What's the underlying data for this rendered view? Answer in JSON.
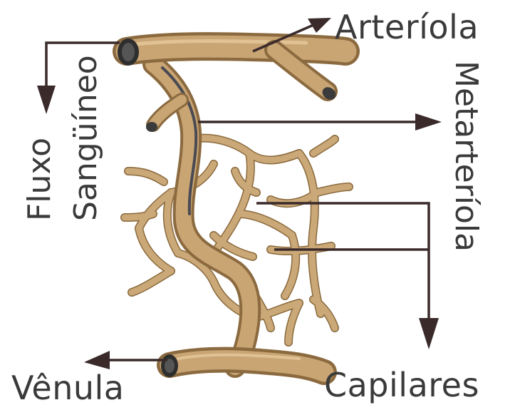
{
  "labels": {
    "arteriole": "Arteríola",
    "metarteriole": "Metarteríola",
    "venule": "Vênula",
    "capillaries": "Capilares",
    "flow_line1": "Fluxo",
    "flow_line2": "Sangüíneo"
  },
  "colors": {
    "vessel_fill": "#c9a574",
    "vessel_shadow": "#8b6a3f",
    "vessel_dark": "#4a4a52",
    "arrow": "#3a2a2a",
    "text": "#3a3a3a"
  }
}
